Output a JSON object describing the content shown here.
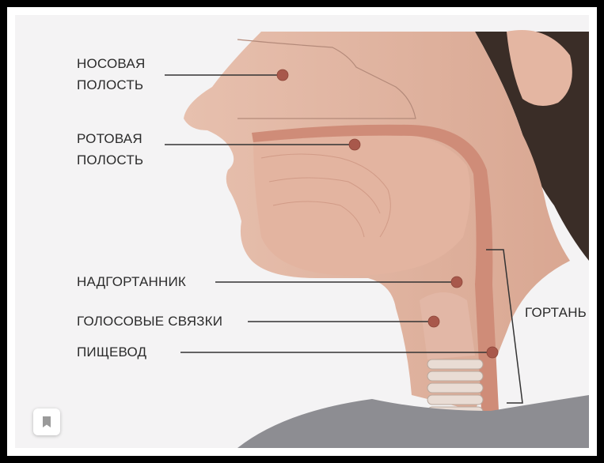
{
  "labels": {
    "nasal_1": "НОСОВАЯ",
    "nasal_2": "ПОЛОСТЬ",
    "oral_1": "РОТОВАЯ",
    "oral_2": "ПОЛОСТЬ",
    "epiglottis": "НАДГОРТАННИК",
    "vocal_cords": "ГОЛОСОВЫЕ СВЯЗКИ",
    "esophagus": "ПИЩЕВОД",
    "larynx": "ГОРТАНЬ"
  },
  "colors": {
    "skin": "#e8c3b3",
    "tissue": "#d79a86",
    "airway": "#c97f6d",
    "marker": "#a8584b",
    "line": "#333333"
  },
  "icons": {
    "bookmark": "bookmark-icon"
  }
}
